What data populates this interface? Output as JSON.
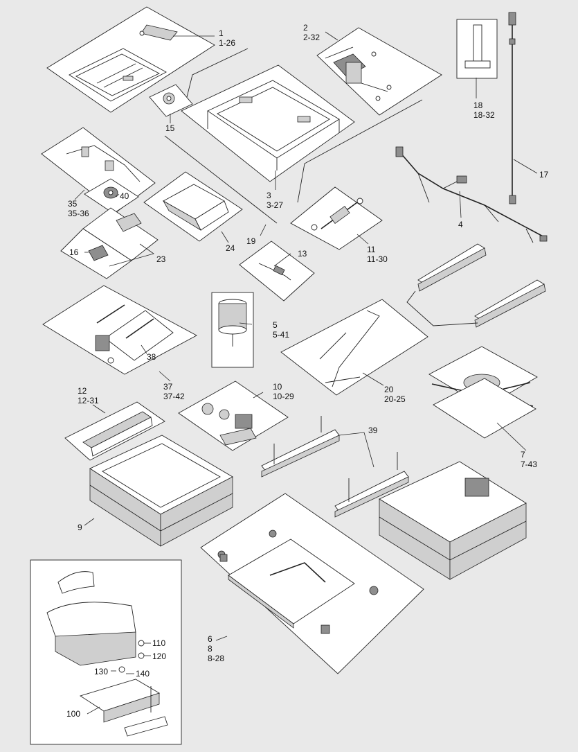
{
  "callouts": [
    {
      "id": "c1",
      "lines": [
        "1",
        "1-26"
      ]
    },
    {
      "id": "c2",
      "lines": [
        "2",
        "2-32"
      ]
    },
    {
      "id": "c18",
      "lines": [
        "18",
        "18-32"
      ]
    },
    {
      "id": "c17",
      "lines": [
        "17"
      ]
    },
    {
      "id": "c15",
      "lines": [
        "15"
      ]
    },
    {
      "id": "c3",
      "lines": [
        "3",
        "3-27"
      ]
    },
    {
      "id": "c4",
      "lines": [
        "4"
      ]
    },
    {
      "id": "c35",
      "lines": [
        "35",
        "35-36"
      ]
    },
    {
      "id": "c40",
      "lines": [
        "40"
      ]
    },
    {
      "id": "c24",
      "lines": [
        "24"
      ]
    },
    {
      "id": "c19",
      "lines": [
        "19"
      ]
    },
    {
      "id": "c11",
      "lines": [
        "11",
        "11-30"
      ]
    },
    {
      "id": "c16",
      "lines": [
        "16"
      ]
    },
    {
      "id": "c23",
      "lines": [
        "23"
      ]
    },
    {
      "id": "c13",
      "lines": [
        "13"
      ]
    },
    {
      "id": "c5",
      "lines": [
        "5",
        "5-41"
      ]
    },
    {
      "id": "c38",
      "lines": [
        "38"
      ]
    },
    {
      "id": "c37",
      "lines": [
        "37",
        "37-42"
      ]
    },
    {
      "id": "c20",
      "lines": [
        "20",
        "20-25"
      ]
    },
    {
      "id": "c12",
      "lines": [
        "12",
        "12-31"
      ]
    },
    {
      "id": "c10",
      "lines": [
        "10",
        "10-29"
      ]
    },
    {
      "id": "c39",
      "lines": [
        "39"
      ]
    },
    {
      "id": "c7",
      "lines": [
        "7",
        "7-43"
      ]
    },
    {
      "id": "c9",
      "lines": [
        "9"
      ]
    },
    {
      "id": "c6",
      "lines": [
        "6",
        "8",
        "8-28"
      ]
    },
    {
      "id": "c110",
      "lines": [
        "110"
      ]
    },
    {
      "id": "c120",
      "lines": [
        "120"
      ]
    },
    {
      "id": "c130",
      "lines": [
        "130"
      ]
    },
    {
      "id": "c140",
      "lines": [
        "140"
      ]
    },
    {
      "id": "c100",
      "lines": [
        "100"
      ]
    }
  ],
  "colors": {
    "background": "#e9e9e9",
    "panel_fill": "#ffffff",
    "line": "#222222",
    "part_dark": "#8e8e8e",
    "part_light": "#cfcfcf"
  }
}
